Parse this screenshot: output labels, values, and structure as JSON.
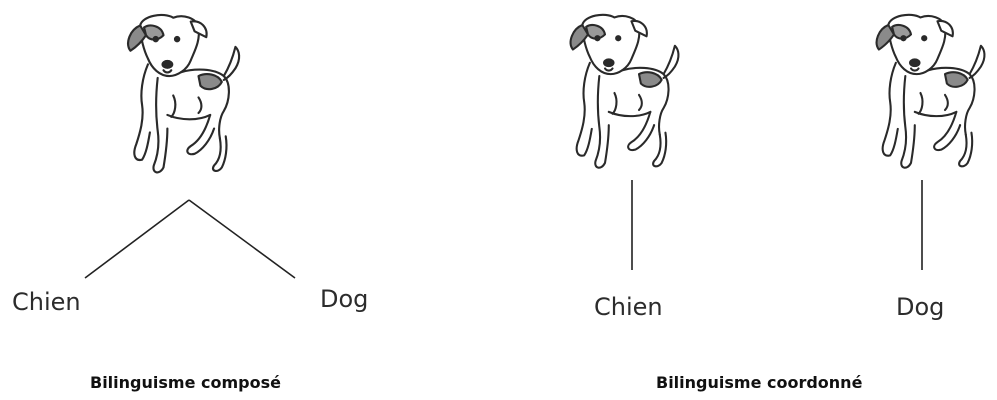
{
  "compound": {
    "word_fr": "Chien",
    "word_en": "Dog",
    "caption": "Bilinguisme composé"
  },
  "coordinate": {
    "word_fr": "Chien",
    "word_en": "Dog",
    "caption": "Bilinguisme coordonné"
  },
  "icons": {
    "dog": "dog-illustration"
  },
  "colors": {
    "line": "#222222",
    "spot": "#8a8a8a",
    "ink": "#2a2a2a"
  }
}
